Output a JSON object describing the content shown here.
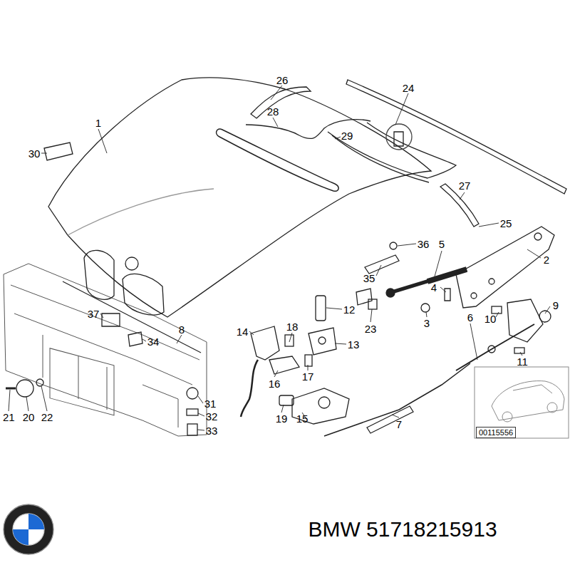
{
  "diagram": {
    "nodes": [
      {
        "text": [
          "00115556"
        ]
      }
    ],
    "labels": [
      "26",
      "24",
      "28",
      "1",
      "30",
      "29",
      "27",
      "25",
      "36",
      "5",
      "2",
      "35",
      "4",
      "9",
      "10",
      "12",
      "23",
      "3",
      "37",
      "8",
      "34",
      "14",
      "18",
      "13",
      "6",
      "11",
      "16",
      "17",
      "19",
      "15",
      "7",
      "21",
      "20",
      "22",
      "31",
      "32",
      "33",
      "BMW 51718215913"
    ]
  }
}
